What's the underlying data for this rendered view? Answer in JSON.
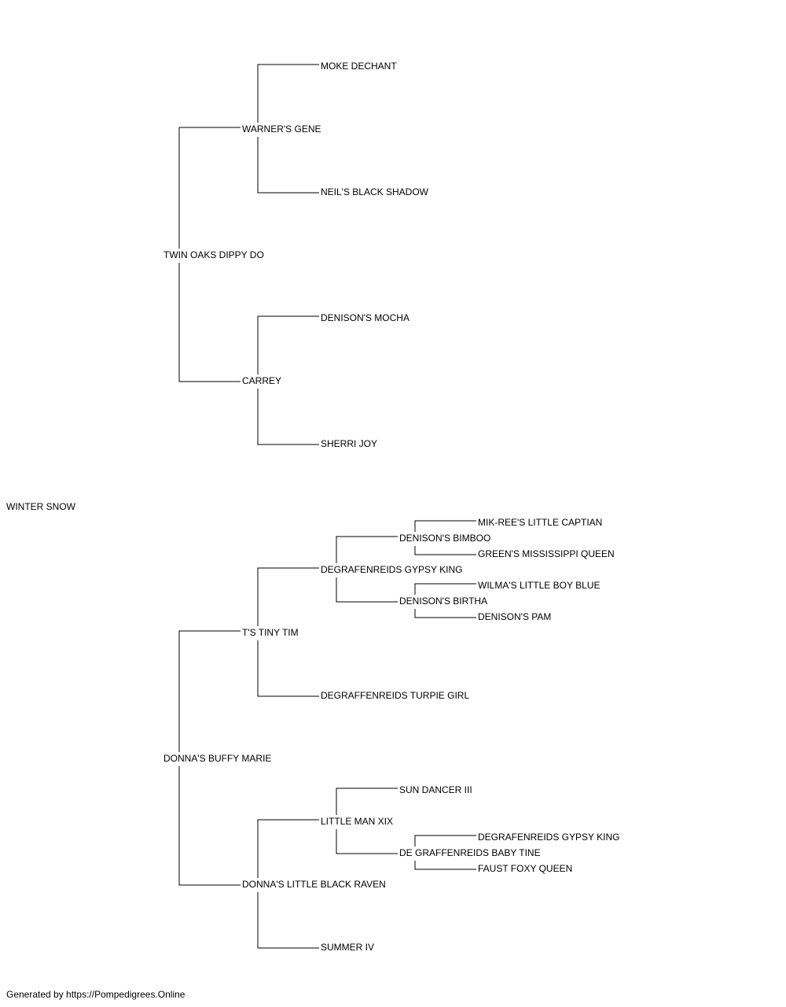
{
  "pedigree": {
    "subject": "WINTER SNOW",
    "sire": {
      "name": "TWIN OAKS DIPPY DO",
      "sire": {
        "name": "WARNER'S GENE",
        "sire": {
          "name": "MOKE DECHANT"
        },
        "dam": {
          "name": "NEIL'S BLACK SHADOW"
        }
      },
      "dam": {
        "name": "CARREY",
        "sire": {
          "name": "DENISON'S MOCHA"
        },
        "dam": {
          "name": "SHERRI JOY"
        }
      }
    },
    "dam": {
      "name": "DONNA'S BUFFY MARIE",
      "sire": {
        "name": "T'S TINY TIM",
        "sire": {
          "name": "DEGRAFENREIDS GYPSY KING",
          "sire": {
            "name": "DENISON'S BIMBOO",
            "sire": {
              "name": "MIK-REE'S LITTLE CAPTIAN"
            },
            "dam": {
              "name": "GREEN'S MISSISSIPPI QUEEN"
            }
          },
          "dam": {
            "name": "DENISON'S BIRTHA",
            "sire": {
              "name": "WILMA'S LITTLE BOY BLUE"
            },
            "dam": {
              "name": "DENISON'S PAM"
            }
          }
        },
        "dam": {
          "name": "DEGRAFFENREIDS TURPIE GIRL"
        }
      },
      "dam": {
        "name": "DONNA'S LITTLE BLACK RAVEN",
        "sire": {
          "name": "LITTLE MAN XIX",
          "sire": {
            "name": "SUN DANCER III"
          },
          "dam": {
            "name": "DE GRAFFENREIDS BABY TINE",
            "sire": {
              "name": "DEGRAFENREIDS GYPSY KING"
            },
            "dam": {
              "name": "FAUST FOXY QUEEN"
            }
          }
        },
        "dam": {
          "name": "SUMMER IV"
        }
      }
    }
  },
  "footer": "Generated by https://Pompedigrees.Online"
}
